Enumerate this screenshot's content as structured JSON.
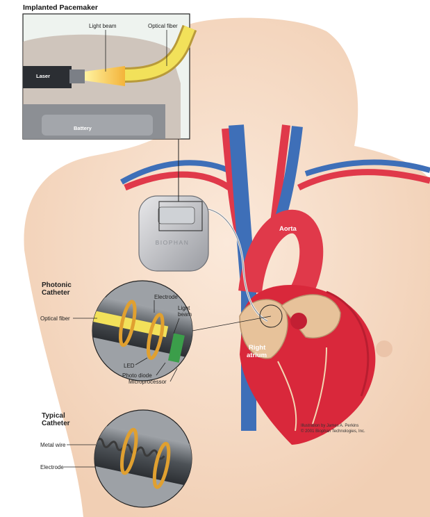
{
  "inset": {
    "title": "Implanted Pacemaker",
    "labels": {
      "laser": "Laser",
      "light_beam": "Light beam",
      "optical_fiber": "Optical fiber",
      "battery": "Battery"
    }
  },
  "device": {
    "brand": "BIOPHAN"
  },
  "heart": {
    "aorta": "Aorta",
    "right_atrium_l1": "Right",
    "right_atrium_l2": "atrium"
  },
  "photonic": {
    "title_l1": "Photonic",
    "title_l2": "Catheter",
    "labels": {
      "optical_fiber": "Optical fiber",
      "electrode": "Electrode",
      "light_beam_l1": "Light",
      "light_beam_l2": "beam",
      "led": "LED",
      "photo_diode": "Photo diode",
      "microprocessor": "Microprocessor"
    }
  },
  "typical": {
    "title_l1": "Typical",
    "title_l2": "Catheter",
    "labels": {
      "metal_wire": "Metal wire",
      "electrode": "Electrode"
    }
  },
  "credit": {
    "line1": "Illustration by James A. Perkins",
    "line2": "© 2001 Biophan Technologies, Inc."
  },
  "colors": {
    "skin": "#f6ddc8",
    "artery": "#e0394a",
    "vein": "#3e6fb8",
    "fiber": "#f2e15a",
    "gold": "#e0a030"
  }
}
